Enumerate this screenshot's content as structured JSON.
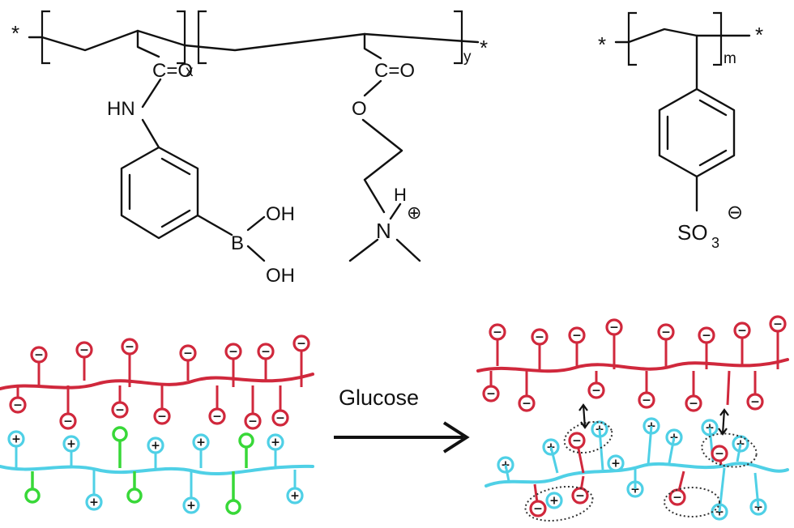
{
  "structures": {
    "copolymer": {
      "star_left": "*",
      "star_right": "*",
      "sub_x": "x",
      "sub_y": "y",
      "pba_carbonyl": "C=O",
      "pba_nh": "HN",
      "pba_b": "B",
      "pba_oh_top": "OH",
      "pba_oh_bottom": "OH",
      "dma_carbonyl": "C=O",
      "dma_o": "O",
      "dma_h": "H",
      "dma_n": "N",
      "dma_charge": "⊕"
    },
    "pss": {
      "star_left": "*",
      "star_right": "*",
      "sub_m": "m",
      "so3": "SO",
      "so3_sub": "3",
      "charge": "⊖"
    }
  },
  "scheme": {
    "arrow_label": "Glucose",
    "neg_symbol": "−",
    "pos_symbol": "+",
    "colors": {
      "polyanion": "#d0283c",
      "polycation": "#4fd0e6",
      "boronic": "#38d838",
      "ion_pair_ring": "#333333"
    }
  }
}
